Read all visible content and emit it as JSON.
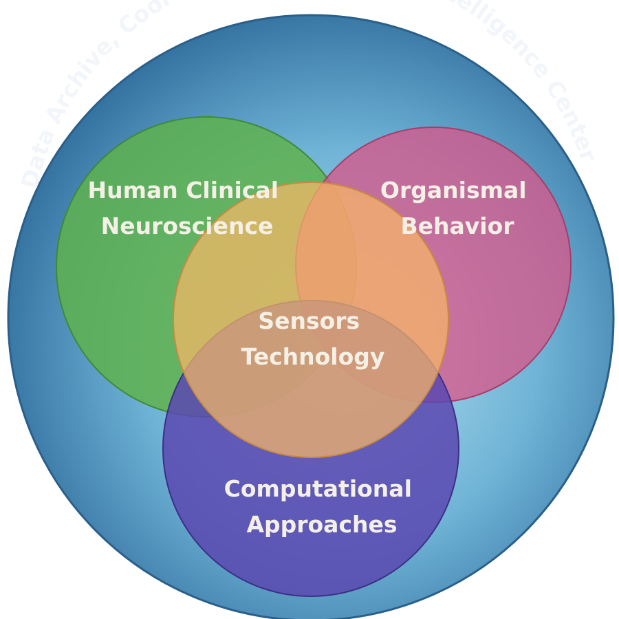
{
  "title": "Data Archive, Coordination & Artificial Intelligence Center",
  "circles": {
    "human": {
      "line1": "Human Clinical",
      "line2": "Neuroscience",
      "color": "#6cba5c"
    },
    "organismal": {
      "line1": "Organismal",
      "line2": "Behavior",
      "color": "#d96a8f"
    },
    "sensors": {
      "line1": "Sensors",
      "line2": "Technology",
      "color": "#f4b46a"
    },
    "computational": {
      "line1": "Computational",
      "line2": "Approaches",
      "color": "#6a55b0"
    }
  },
  "colors": {
    "outer_light": "#9fd3e8",
    "outer_dark": "#2f6f9e"
  }
}
